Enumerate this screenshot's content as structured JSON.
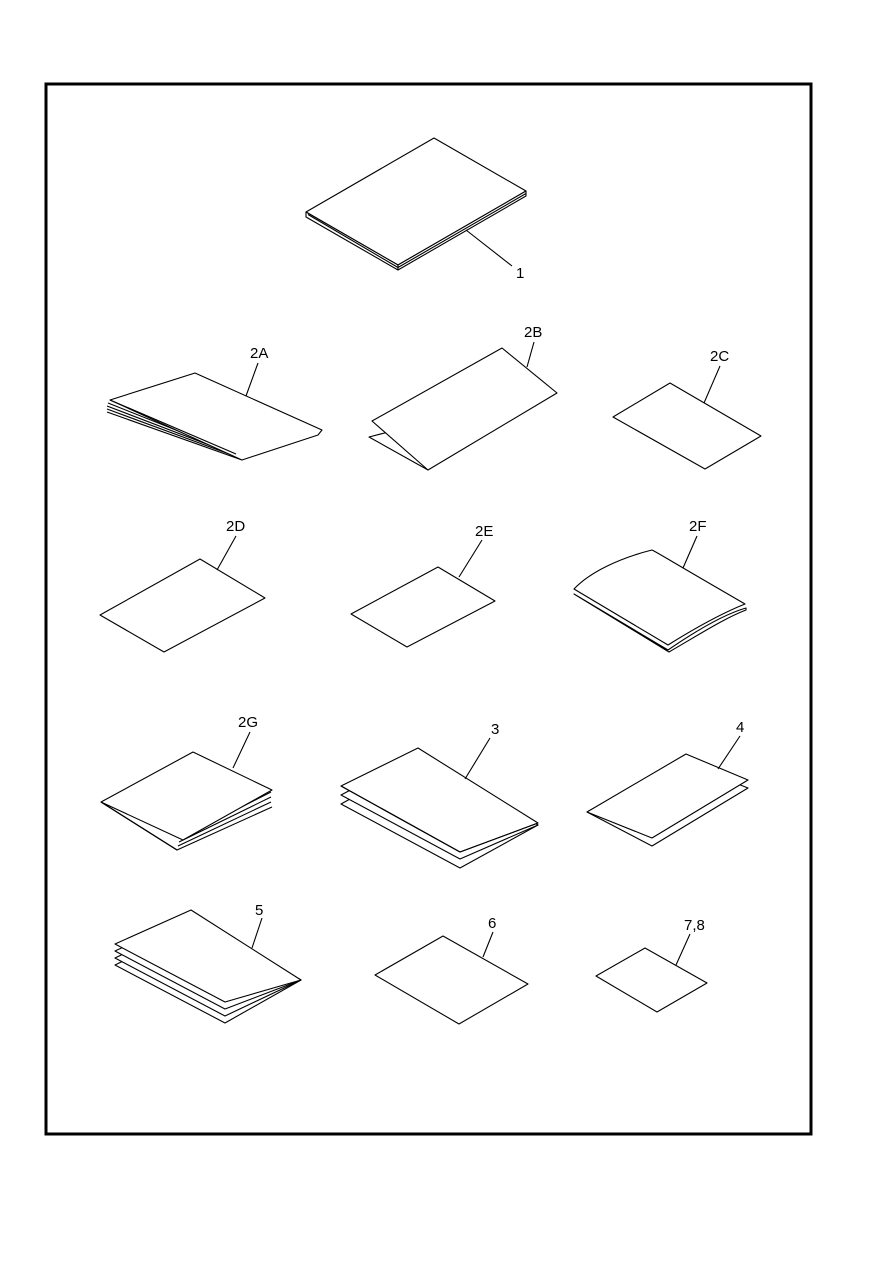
{
  "callouts": {
    "c1": "1",
    "c2a": "2A",
    "c2b": "2B",
    "c2c": "2C",
    "c2d": "2D",
    "c2e": "2E",
    "c2f": "2F",
    "c2g": "2G",
    "c3": "3",
    "c4": "4",
    "c5": "5",
    "c6": "6",
    "c78": "7,8"
  }
}
